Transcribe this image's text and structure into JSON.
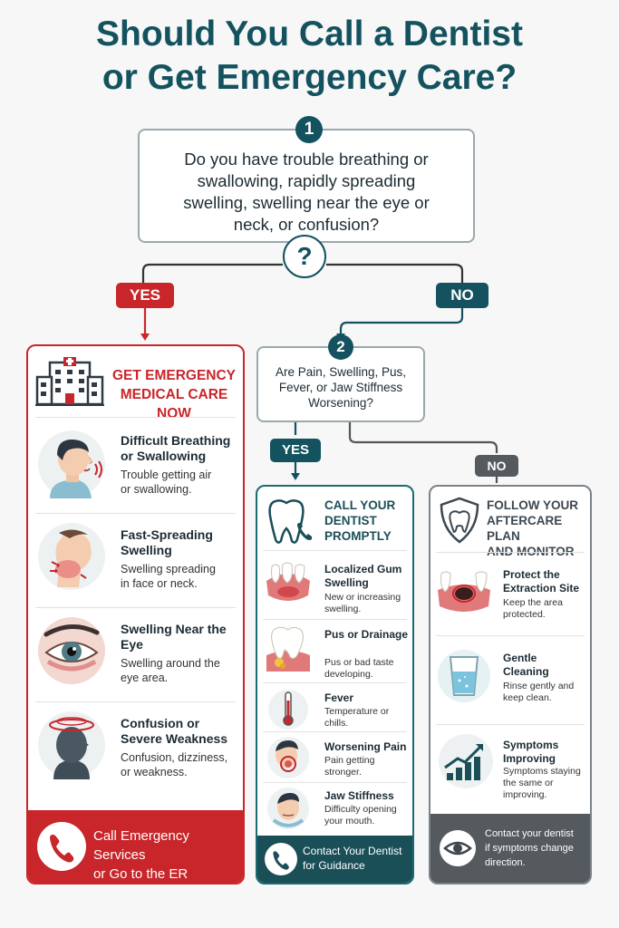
{
  "title": {
    "line1": "Should You Call a Dentist",
    "line2": "or Get Emergency Care?"
  },
  "step1": {
    "number": "1",
    "question": "Do you have trouble breathing or swallowing, rapidly spreading swelling, swelling near the eye or neck, or confusion?",
    "mark": "?"
  },
  "branch1": {
    "yes": "YES",
    "no": "NO"
  },
  "step2": {
    "number": "2",
    "question": "Are Pain, Swelling, Pus, Fever, or Jaw Stiffness Worsening?"
  },
  "branch2": {
    "yes": "YES",
    "no": "NO"
  },
  "emergency": {
    "heading_line1": "GET EMERGENCY",
    "heading_line2": "MEDICAL CARE NOW",
    "items": [
      {
        "icon": "breathing-icon",
        "title": "Difficult Breathing or Swallowing",
        "desc": "Trouble getting air or swallowing."
      },
      {
        "icon": "neck-swelling-icon",
        "title": "Fast-Spreading Swelling",
        "desc": "Swelling spreading in face or neck."
      },
      {
        "icon": "eye-icon",
        "title": "Swelling Near the Eye",
        "desc": "Swelling around the eye area."
      },
      {
        "icon": "dizzy-head-icon",
        "title": "Confusion or Severe Weakness",
        "desc": "Confusion, dizziness, or weakness."
      }
    ],
    "footer_line1": "Call Emergency Services",
    "footer_line2": "or Go to the ER"
  },
  "dentist": {
    "heading_line1": "CALL YOUR",
    "heading_line2": "DENTIST",
    "heading_line3": "PROMPTLY",
    "items": [
      {
        "icon": "gum-swelling-icon",
        "title": "Localized Gum Swelling",
        "desc": "New or increasing swelling."
      },
      {
        "icon": "tooth-pus-icon",
        "title": "Pus or Drainage",
        "desc": "Pus or bad taste developing."
      },
      {
        "icon": "thermometer-icon",
        "title": "Fever",
        "desc": "Temperature or chills."
      },
      {
        "icon": "jaw-pain-icon",
        "title": "Worsening Pain",
        "desc": "Pain getting stronger."
      },
      {
        "icon": "jaw-stiffness-icon",
        "title": "Jaw Stiffness",
        "desc": "Difficulty opening your mouth."
      }
    ],
    "footer_line1": "Contact Your Dentist",
    "footer_line2": "for Guidance"
  },
  "aftercare": {
    "heading_line1": "FOLLOW YOUR",
    "heading_line2": "AFTERCARE PLAN",
    "heading_line3": "AND MONITOR",
    "items": [
      {
        "icon": "extraction-site-icon",
        "title": "Protect the Extraction Site",
        "desc": "Keep the area protected."
      },
      {
        "icon": "water-glass-icon",
        "title": "Gentle Cleaning",
        "desc": "Rinse gently and keep clean."
      },
      {
        "icon": "trend-up-icon",
        "title": "Symptoms Improving",
        "desc": "Symptoms staying the same or improving."
      }
    ],
    "footer_line1": "Contact your dentist",
    "footer_line2": "if symptoms change",
    "footer_line3": "direction."
  },
  "colors": {
    "teal_dark": "#13525e",
    "red": "#c8262a",
    "teal": "#1a6b73",
    "gray": "#555a5e"
  }
}
